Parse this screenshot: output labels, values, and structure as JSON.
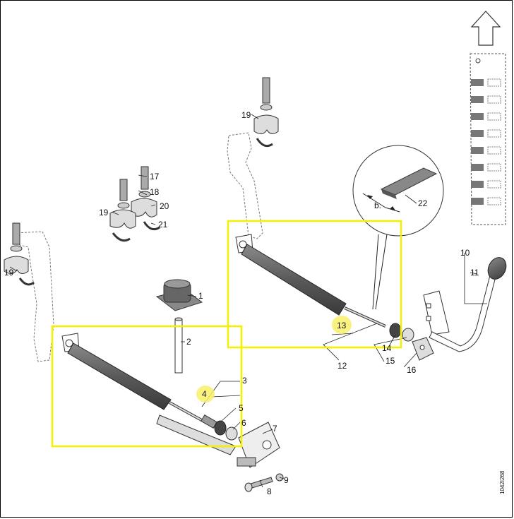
{
  "callouts": {
    "c1": "1",
    "c2": "2",
    "c3": "3",
    "c4": "4",
    "c5": "5",
    "c6": "6",
    "c7": "7",
    "c8": "8",
    "c9": "9",
    "c10": "10",
    "c11": "11",
    "c12": "12",
    "c13": "13",
    "c14": "14",
    "c15": "15",
    "c16": "16",
    "c17": "17",
    "c18": "18",
    "c19a": "19",
    "c19b": "19",
    "c19c": "19",
    "c20": "20",
    "c21": "21",
    "c22": "22"
  },
  "detail": {
    "dimension_label": "b."
  },
  "document_id": "1042I268",
  "colors": {
    "highlight_box": "#f7f200",
    "highlight_marker": "#f9f36a",
    "part_dark": "#555555",
    "line": "#222222"
  },
  "icons": {
    "direction": "up-arrow-icon"
  }
}
